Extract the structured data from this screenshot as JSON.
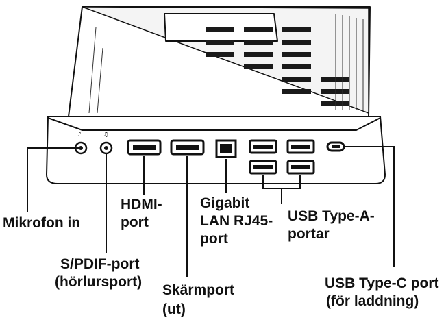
{
  "colors": {
    "ink": "#111111",
    "background": "#ffffff",
    "device_fill": "#ffffff",
    "port_fill": "#1a1a1a"
  },
  "labels": {
    "microphone": "Mikrofon in",
    "spdif_line1": "S/PDIF-port",
    "spdif_line2": "(hörlursport)",
    "hdmi_line1": "HDMI-",
    "hdmi_line2": "port",
    "displayport_line1": "Skärmport",
    "displayport_line2": "(ut)",
    "lan_line1": "Gigabit",
    "lan_line2": "LAN RJ45-",
    "lan_line3": "port",
    "usba_line1": "USB Type-A-",
    "usba_line2": "portar",
    "usbc_line1": "USB Type-C port",
    "usbc_line2": "(för laddning)"
  }
}
